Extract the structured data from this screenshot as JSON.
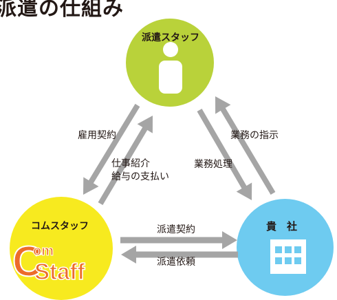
{
  "title": "派遣の仕組み",
  "nodes": {
    "staff": {
      "label": "派遣スタッフ",
      "color": "#b9d23a"
    },
    "company": {
      "label": "貴　社",
      "color": "#6ecbf0"
    },
    "agency": {
      "label": "コムスタッフ",
      "color": "#f7ea1f"
    }
  },
  "edges": {
    "employment": "雇用契約",
    "job_intro": "仕事紹介",
    "salary": "給与の支払い",
    "instructions": "業務の指示",
    "processing": "業務処理",
    "dispatch_contract": "派遣契約",
    "dispatch_request": "派遣依頼"
  },
  "logo": {
    "c": "C",
    "om": "om",
    "staff": "Staff",
    "color": "#ec6c2b"
  },
  "colors": {
    "arrow": "#a5a5a5",
    "text": "#231815"
  }
}
